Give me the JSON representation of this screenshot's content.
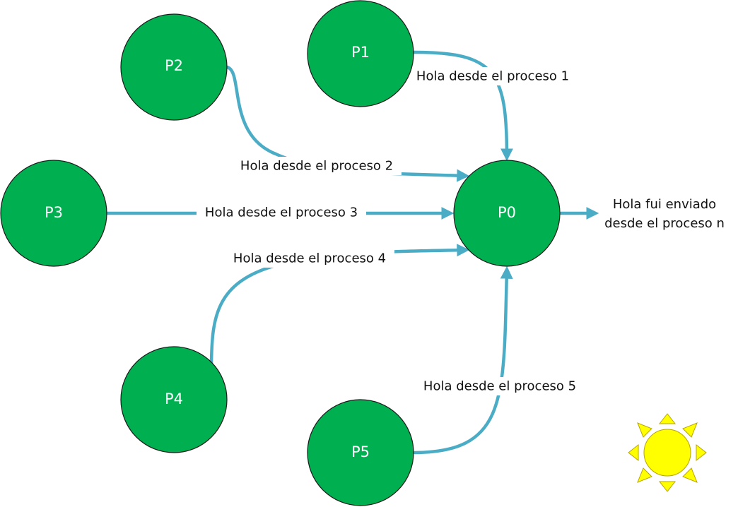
{
  "colors": {
    "node_fill": "#00b050",
    "edge": "#4bacc6",
    "sun_fill": "#ffff00",
    "sun_stroke": "#b8a500"
  },
  "nodes": {
    "p0": {
      "label": "P0"
    },
    "p1": {
      "label": "P1"
    },
    "p2": {
      "label": "P2"
    },
    "p3": {
      "label": "P3"
    },
    "p4": {
      "label": "P4"
    },
    "p5": {
      "label": "P5"
    }
  },
  "edges": {
    "e1": {
      "label": "Hola desde el proceso 1"
    },
    "e2": {
      "label": "Hola desde el proceso 2"
    },
    "e3": {
      "label": "Hola desde el proceso 3"
    },
    "e4": {
      "label": "Hola desde el proceso 4"
    },
    "e5": {
      "label": "Hola desde el proceso 5"
    }
  },
  "output": {
    "line1": "Hola fui enviado",
    "line2": "desde el proceso n"
  },
  "decoration": {
    "icon": "sun-icon"
  }
}
